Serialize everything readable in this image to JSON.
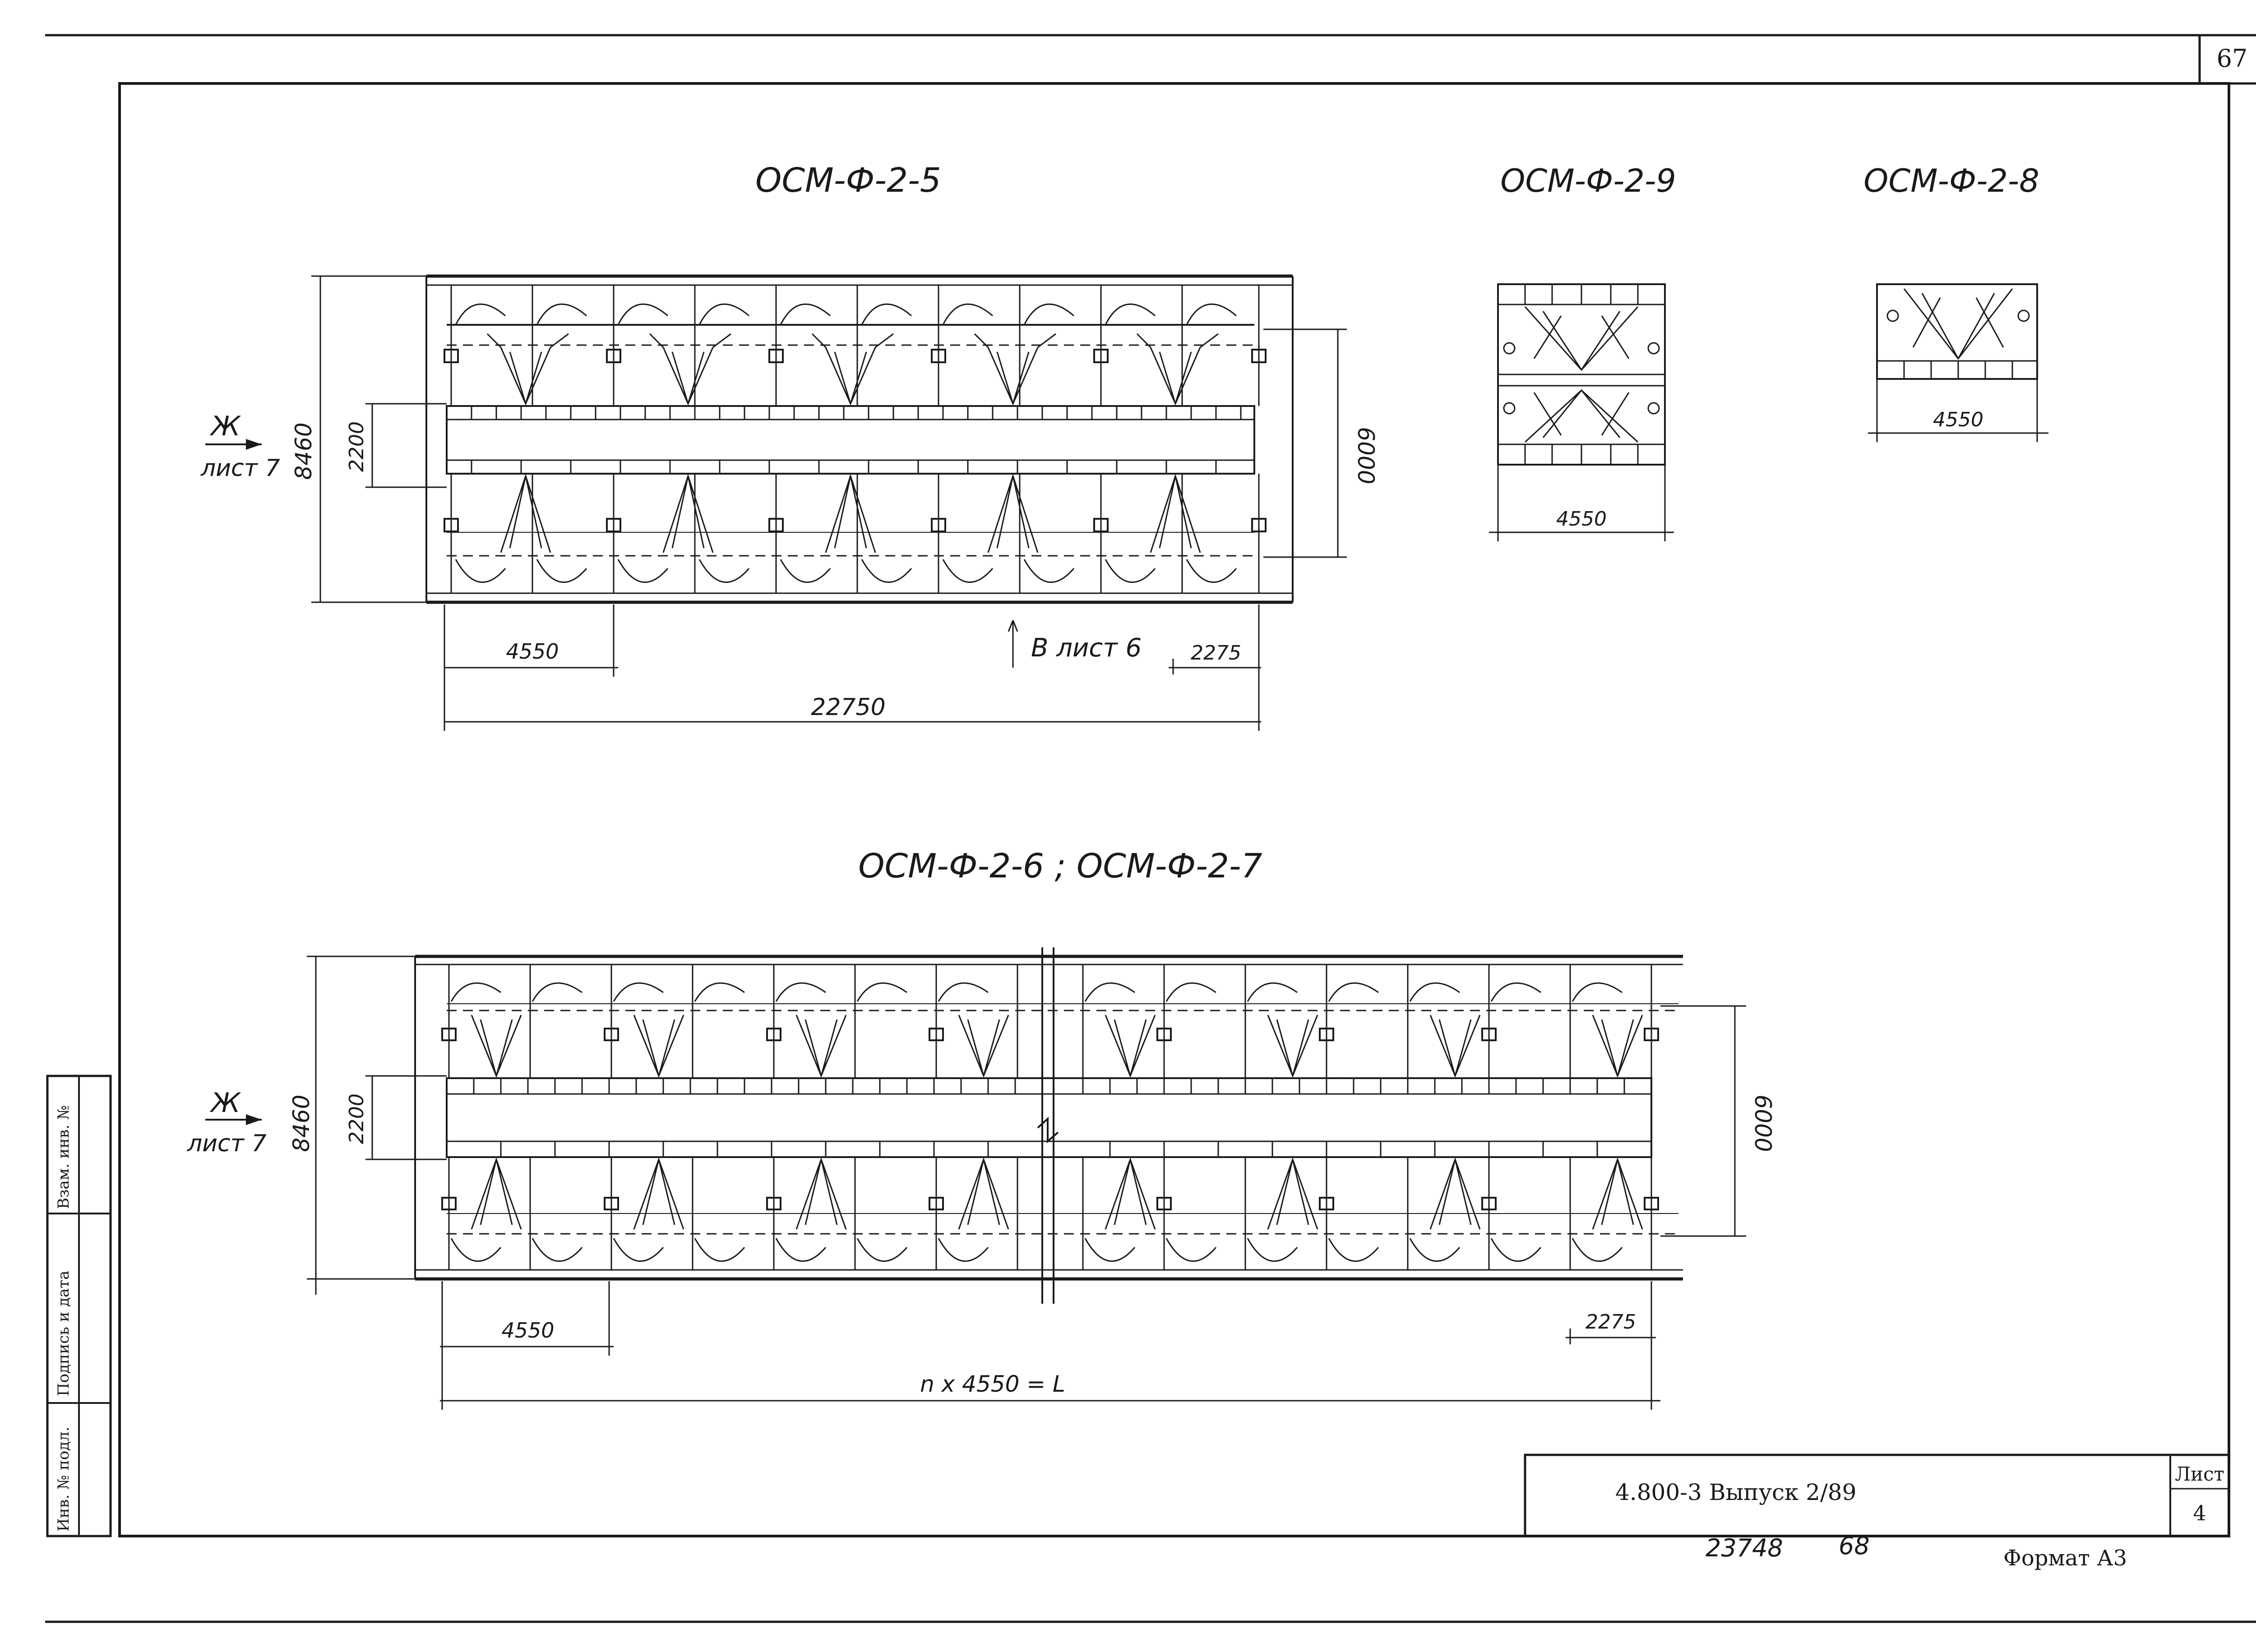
{
  "sheet_number_top": "67",
  "title_block": {
    "document_code": "4.800-3  Выпуск 2/89",
    "sheet_label": "Лист",
    "sheet_number": "4",
    "below_left_1": "23748",
    "below_left_2": "68",
    "format": "Формат А3"
  },
  "side_stamp": {
    "cells": [
      "Инв. № подл.",
      "Подпись и дата",
      "Взам. инв. №"
    ]
  },
  "diagrams": {
    "plan_a": {
      "title": "ОСМ-Ф-2-5",
      "dim_total_height": "8460",
      "dim_passage": "2200",
      "dim_inner": "6000",
      "dim_module": "4550",
      "dim_half": "2275",
      "dim_length": "22750",
      "section_letter": "Ж",
      "section_ref": "лист 7",
      "view_ref": "В лист 6"
    },
    "plan_b": {
      "title": "ОСМ-Ф-2-9",
      "dim_width": "4550"
    },
    "plan_c": {
      "title": "ОСМ-Ф-2-8",
      "dim_width": "4550"
    },
    "plan_d": {
      "title": "ОСМ-Ф-2-6 ; ОСМ-Ф-2-7",
      "dim_total_height": "8460",
      "dim_passage": "2200",
      "dim_inner": "6000",
      "dim_module": "4550",
      "dim_half": "2275",
      "dim_length": "n x 4550 = L",
      "section_letter": "Ж",
      "section_ref": "лист 7"
    }
  }
}
